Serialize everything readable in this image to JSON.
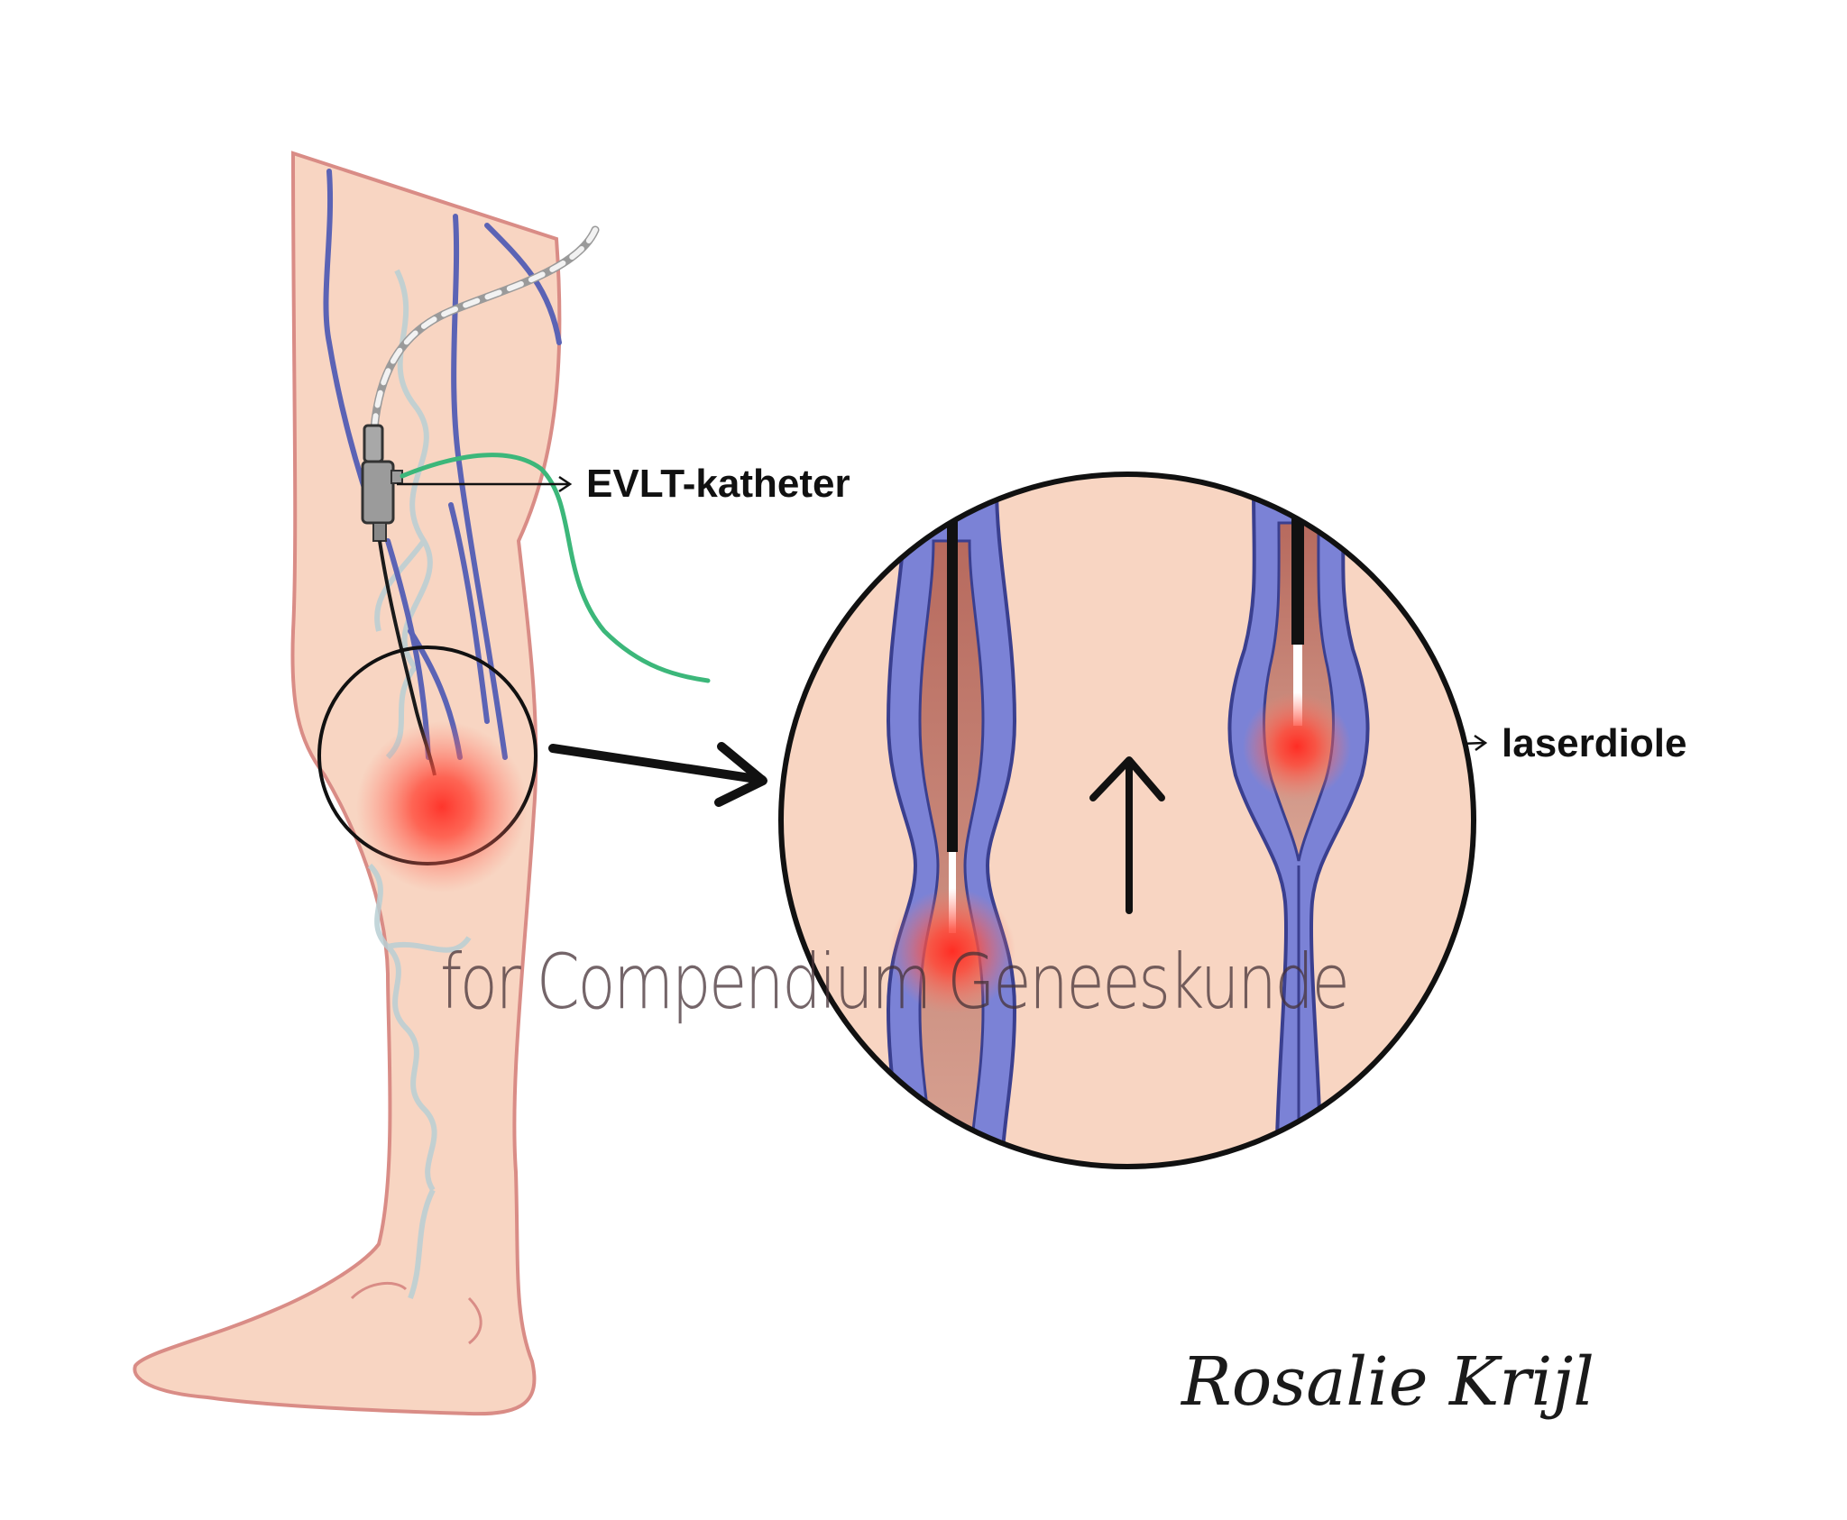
{
  "labels": {
    "catheter": "EVLT-katheter",
    "laser_diode": "laserdiole"
  },
  "watermark": "for Compendium Geneeskunde",
  "signature": "Rosalie Krijl",
  "colors": {
    "skin": "#f8d5c2",
    "skin_outline": "#d98c86",
    "vein": "#5b63b5",
    "vein_fill": "#7b82d6",
    "vein_lumen": "#c38878",
    "varicose": "#b9cfd4",
    "catheter_wire": "#1a1a1a",
    "catheter_tube": "#f2f2f2",
    "laser_glow": "#ff2d24",
    "green_fiber": "#3cb77a",
    "outline": "#111111"
  }
}
